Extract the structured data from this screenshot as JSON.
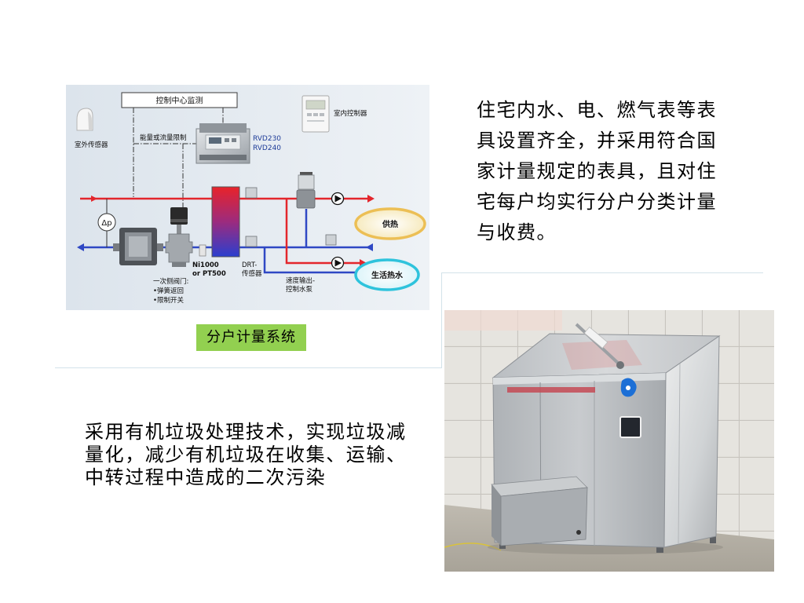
{
  "slide": {
    "metering_text": [
      "住宅内水、电、燃气表等表",
      "具设置齐全，并采用符合国",
      "家计量规定的表具，且对住",
      "宅每户均实行分户分类计量",
      "与收费。"
    ],
    "waste_text": [
      "采用有机垃圾处理技术，实现垃圾减",
      "量化，减少有机垃圾在收集、运输、",
      "中转过程中造成的二次污染"
    ],
    "caption": "分户计量系统"
  },
  "diagram": {
    "control_center": "控制中心监测",
    "indoor_controller": "室内控制器",
    "outdoor_sensor": "室外传感器",
    "energy_limit": "能量或流量限制",
    "controller_models": [
      "RVD230",
      "RVD240"
    ],
    "pressure_diff": "Δp",
    "heating": "供热",
    "hot_water": "生活热水",
    "temp_sensor": [
      "Ni1000",
      "or PT500"
    ],
    "drt_sensor": [
      "DRT-",
      "传感器"
    ],
    "speed_output": [
      "速度输出-",
      "控制水泵"
    ],
    "primary_valve": [
      "一次侧阀门:",
      "•弹簧返回",
      "•限制开关"
    ]
  },
  "colors": {
    "caption_bg": "#92d050",
    "supply_pipe": "#e3262c",
    "return_pipe": "#2f48c4",
    "model_text": "#1f3d99",
    "heating_ring": "#ecbf55",
    "hot_water_ring": "#2ec3dc",
    "divider": "#d3e3ea"
  }
}
